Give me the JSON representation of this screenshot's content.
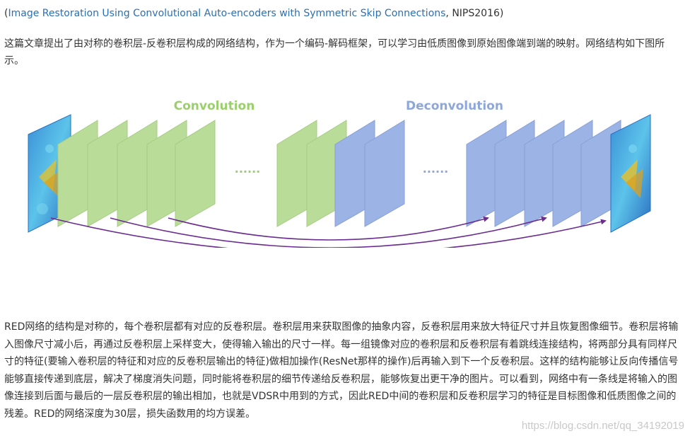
{
  "reference": {
    "open_paren": "(",
    "title": "Image Restoration Using Convolutional Auto-encoders with Symmetric Skip Connections",
    "venue": ", NIPS2016)"
  },
  "intro": "这篇文章提出了由对称的卷积层-反卷积层构成的网络结构，作为一个编码-解码框架，可以学习由低质图像到原始图像端到端的映射。网络结构如下图所示。",
  "diagram": {
    "conv_label": "Convolution",
    "deconv_label": "Deconvolution",
    "ellipsis_left": "······",
    "ellipsis_right": "······",
    "colors": {
      "conv": "#b9dc98",
      "conv_edge": "#a6cc84",
      "deconv": "#9cb3e6",
      "deconv_edge": "#879fd6",
      "conv_label": "#9bcf6e",
      "deconv_label": "#8ea7db",
      "skip_arrow": "#6a2c91"
    }
  },
  "body": "RED网络的结构是对称的，每个卷积层都有对应的反卷积层。卷积层用来获取图像的抽象内容，反卷积层用来放大特征尺寸并且恢复图像细节。卷积层将输入图像尺寸减小后，再通过反卷积层上采样变大，使得输入输出的尺寸一样。每一组镜像对应的卷积层和反卷积层有着跳线连接结构，将两部分具有同样尺寸的特征(要输入卷积层的特征和对应的反卷积层输出的特征)做相加操作(ResNet那样的操作)后再输入到下一个反卷积层。这样的结构能够让反向传播信号能够直接传递到底层，解决了梯度消失问题，同时能将卷积层的细节传递给反卷积层，能够恢复出更干净的图片。可以看到，网络中有一条线是将输入的图像连接到后面与最后的一层反卷积层的输出相加，也就是VDSR中用到的方式，因此RED中间的卷积层和反卷积层学习的特征是目标图像和低质图像之间的残差。RED的网络深度为30层，损失函数用的均方误差。",
  "watermark": "https://blog.csdn.net/qq_34192019"
}
